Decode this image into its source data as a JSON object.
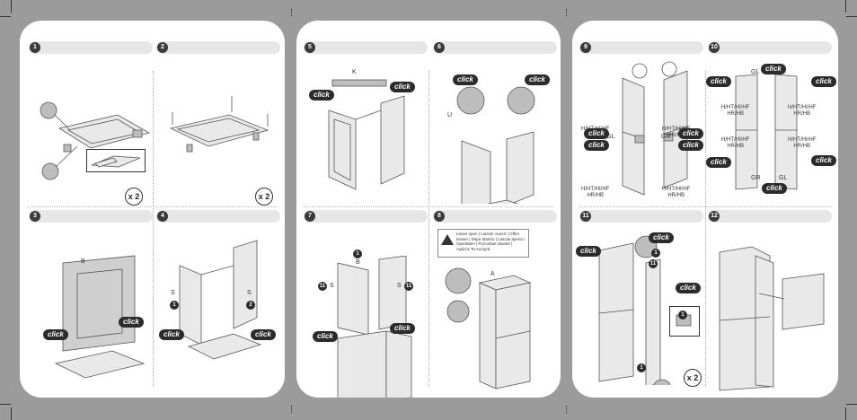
{
  "steps": [
    "1",
    "2",
    "3",
    "4",
    "5",
    "6",
    "7",
    "8",
    "9",
    "10",
    "11",
    "12"
  ],
  "click": "click",
  "multiplier_x2": "x 2",
  "labels": {
    "A": "A",
    "B": "B",
    "K": "K",
    "U": "U",
    "S": "S",
    "GL": "GL",
    "GR": "GR"
  },
  "badges": {
    "one": "1",
    "two": "2",
    "eleven": "11"
  },
  "warning_text": "Leave open | Laisser ouvert | Offen lassen | Dejar abierto | Lasciai aperto | Openlaten | Pozostaw otwarte | Αφήστε Τα Ανοιχτά",
  "height_codes": "H/HT/HI/HF",
  "height_codes_2": "HR/HB"
}
